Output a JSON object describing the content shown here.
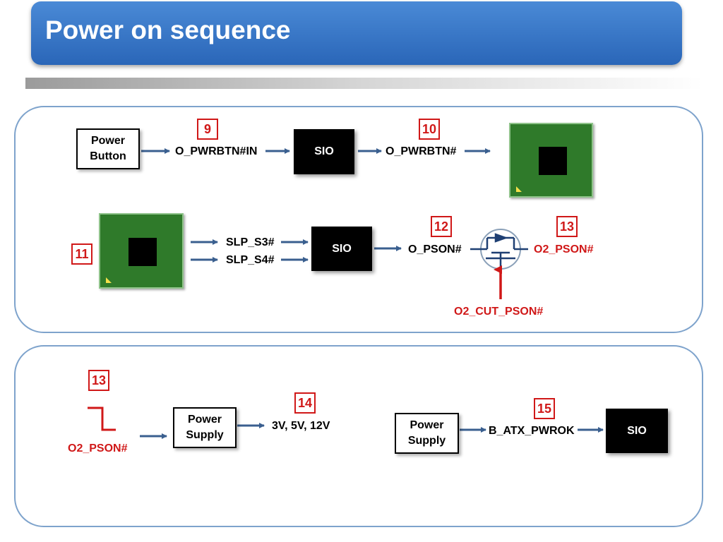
{
  "title": "Power on sequence",
  "colors": {
    "title_bar": "#2f6fc4",
    "signal_red": "#d01818",
    "arrow_blue": "#3a5f8f",
    "chip_green": "#2f7a2a"
  },
  "panel1": {
    "power_button": "Power\nButton",
    "step9": "9",
    "sig_pwrbtn_in": "O_PWRBTN#IN",
    "sio_1": "SIO",
    "step10": "10",
    "sig_pwrbtn": "O_PWRBTN#",
    "step11": "11",
    "sig_slp_s3": "SLP_S3#",
    "sig_slp_s4": "SLP_S4#",
    "sio_2": "SIO",
    "step12": "12",
    "sig_pson": "O_PSON#",
    "step13": "13",
    "sig_o2_pson": "O2_PSON#",
    "sig_o2_cut_pson": "O2_CUT_PSON#"
  },
  "panel2": {
    "step13": "13",
    "sig_o2_pson": "O2_PSON#",
    "power_supply_1": "Power\nSupply",
    "step14": "14",
    "voltages": "3V, 5V, 12V",
    "power_supply_2": "Power\nSupply",
    "step15": "15",
    "sig_pwrok": "B_ATX_PWROK",
    "sio_3": "SIO"
  }
}
